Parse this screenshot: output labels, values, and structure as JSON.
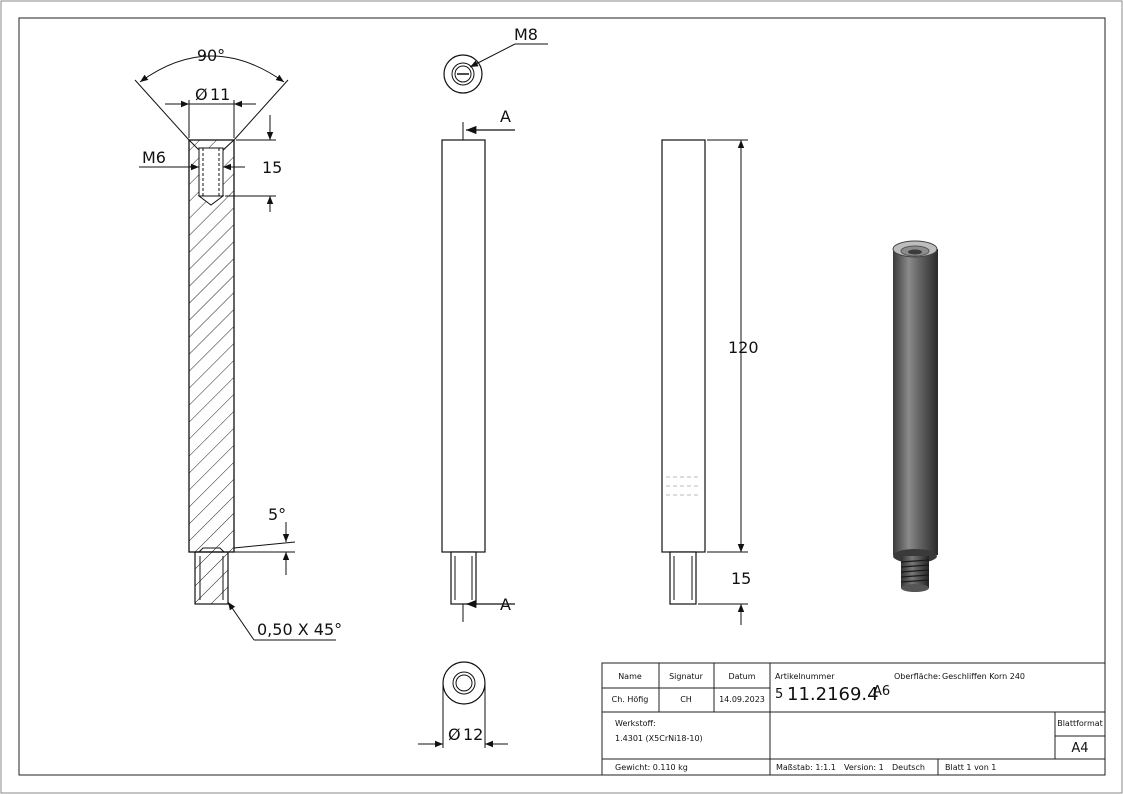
{
  "dimensions": {
    "angle": "90°",
    "dia_top": "11",
    "thread_inner": "M6",
    "depth": "15",
    "thread_top_view": "M8",
    "section_mark": "A",
    "length": "120",
    "thread_length": "15",
    "angle_small": "5°",
    "chamfer": "0,50 X 45°",
    "dia_bottom": "12",
    "diameter_symbol": "Ø"
  },
  "title_block": {
    "name_header": "Name",
    "signature_header": "Signatur",
    "date_header": "Datum",
    "name_value": "Ch. Höfig",
    "signature_value": "CH",
    "date_value": "14.09.2023",
    "article_label": "Artikelnummer",
    "article_prefix": "5",
    "article_number": "11.2169.4",
    "article_suffix": "A6",
    "surface_label": "Oberfläche:",
    "surface_value": "Geschliffen Korn 240",
    "material_label": "Werkstoff:",
    "material_value": "1.4301 (X5CrNi18-10)",
    "format_label": "Blattformat",
    "format_value": "A4",
    "weight": "Gewicht: 0.110 kg",
    "scale": "Maßstab: 1:1.1",
    "version": "Version: 1",
    "language": "Deutsch",
    "sheet": "Blatt 1 von 1"
  }
}
